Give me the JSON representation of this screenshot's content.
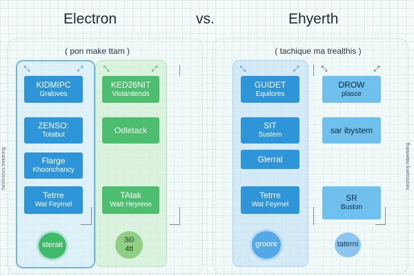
{
  "header": {
    "left_title": "Electron",
    "vs": "vs.",
    "right_title": "Ehyerth"
  },
  "left_panel": {
    "subtitle": "( pon make ttam )",
    "side_label": "hechnicics trekering",
    "columns": [
      {
        "boxes": [
          {
            "title": "KIDMIPC",
            "sub": "Graloves"
          },
          {
            "title": "ZENSO:",
            "sub": "Totabut"
          },
          {
            "title": "Flarge",
            "sub": "Khoonchancy"
          },
          {
            "title": "Tetrre",
            "sub": "Wat Feyrnel"
          }
        ],
        "circle": {
          "line1": "sterait",
          "line2": ""
        }
      },
      {
        "boxes": [
          {
            "title": "KED26NIT",
            "sub": "Violantlends"
          },
          {
            "title": "Odletack",
            "sub": ""
          },
          {
            "title": "TAtak",
            "sub": "Watt Heyreno"
          }
        ],
        "circle": {
          "line1": "3i0",
          "line2": "4tl"
        }
      }
    ]
  },
  "right_panel": {
    "subtitle": "( tachique ma trealthis )",
    "side_label": "hechniceriy hibemdng",
    "columns": [
      {
        "boxes": [
          {
            "title": "GUIDET",
            "sub": "Equilores"
          },
          {
            "title": "SIT",
            "sub": "Sustem"
          },
          {
            "title": "Glerral",
            "sub": ""
          },
          {
            "title": "Tetrre",
            "sub": "Wat Feyrnel"
          }
        ],
        "circle": {
          "line1": "groore",
          "line2": ""
        }
      },
      {
        "boxes": [
          {
            "title": "DROW",
            "sub": "plasce"
          },
          {
            "title": "sar ibystem",
            "sub": ""
          },
          {
            "title": "SR",
            "sub": "Buston"
          }
        ],
        "circle": {
          "line1": "taterni",
          "line2": ""
        }
      }
    ]
  },
  "icons": {
    "collapse": "collapse-arrows-icon",
    "expand": "expand-arrows-icon"
  },
  "colors": {
    "blue": "#2f95d9",
    "green": "#4dbd6f",
    "light_blue": "#6fc0ec"
  }
}
